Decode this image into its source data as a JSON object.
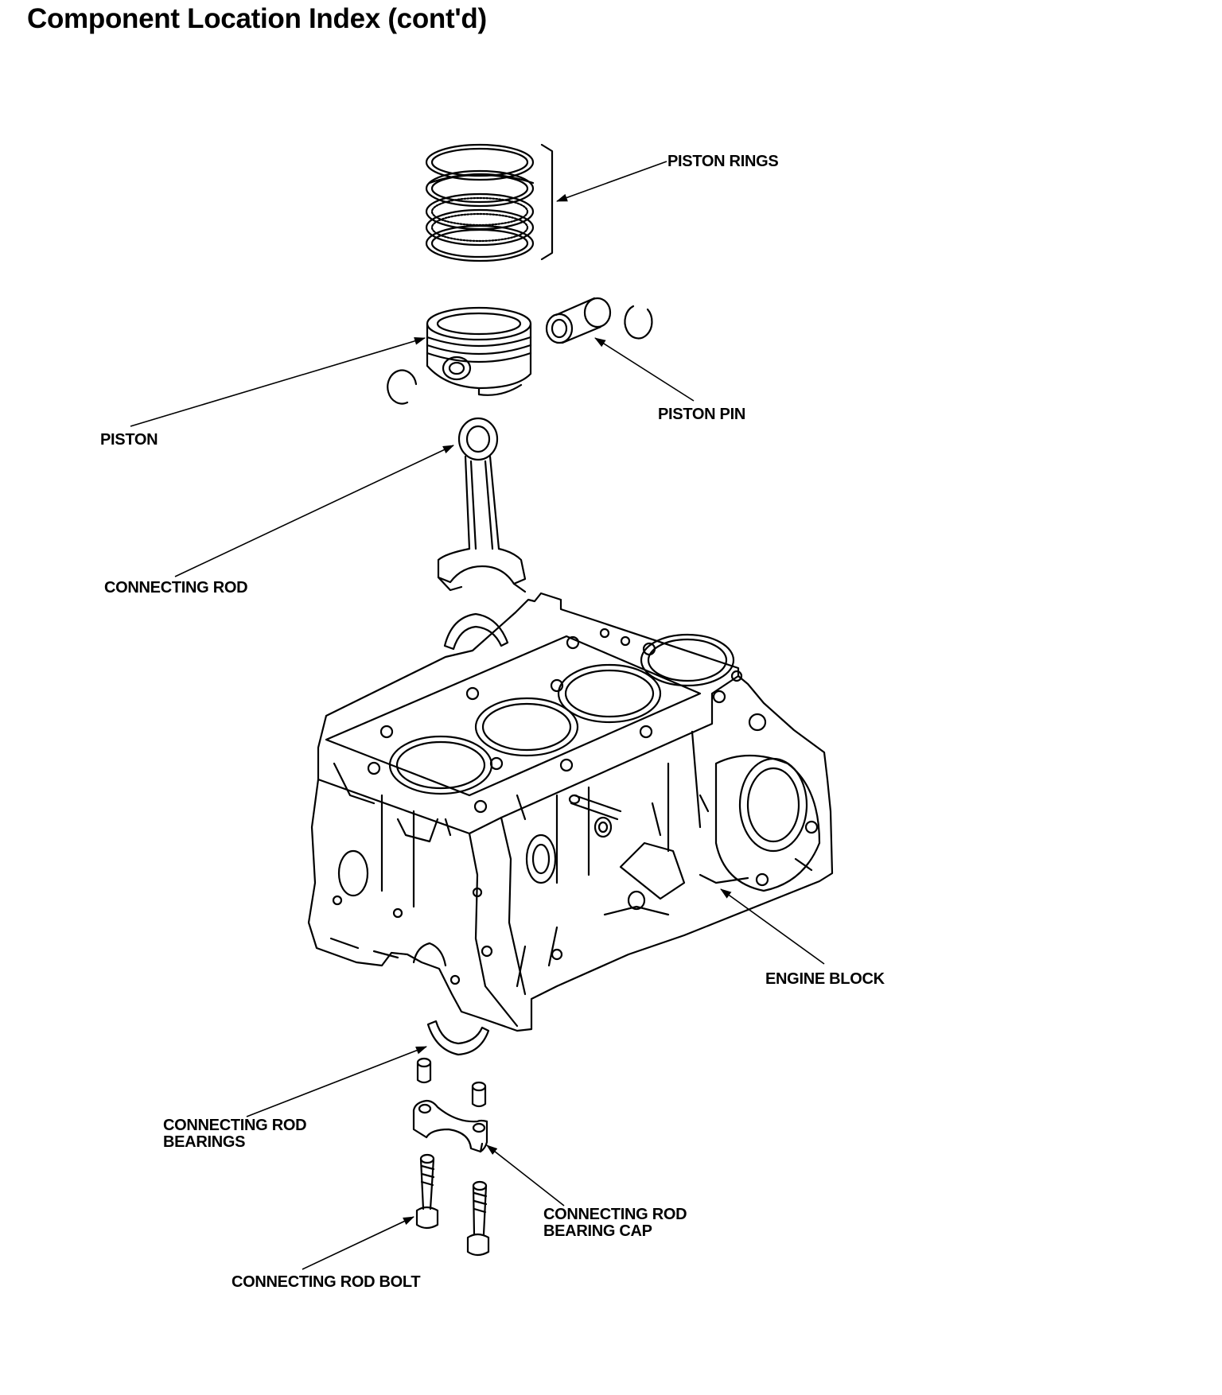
{
  "header": {
    "title": "Component Location Index (cont'd)"
  },
  "labels": {
    "piston_rings": "PISTON RINGS",
    "piston": "PISTON",
    "piston_pin": "PISTON PIN",
    "connecting_rod": "CONNECTING ROD",
    "engine_block": "ENGINE BLOCK",
    "connecting_rod_bearings_line1": "CONNECTING ROD",
    "connecting_rod_bearings_line2": "BEARINGS",
    "connecting_rod_bearing_cap_line1": "CONNECTING ROD",
    "connecting_rod_bearing_cap_line2": "BEARING CAP",
    "connecting_rod_bolt": "CONNECTING ROD BOLT"
  },
  "style": {
    "ink": "#000000",
    "paper": "#ffffff"
  }
}
